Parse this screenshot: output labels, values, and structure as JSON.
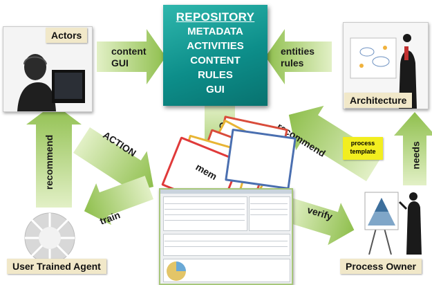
{
  "repository": {
    "title": "REPOSITORY",
    "items": [
      "METADATA",
      "ACTIVITIES",
      "CONTENT",
      "RULES",
      "GUI"
    ]
  },
  "nodes": {
    "actors": "Actors",
    "architecture": "Architecture",
    "user_trained_agent": "User Trained Agent",
    "process_owner": "Process Owner"
  },
  "arrows": {
    "content_gui": [
      "content",
      "GUI"
    ],
    "entities_rules": [
      "entities",
      "rules"
    ],
    "recommend_left": "recommend",
    "action": "ACTION",
    "cases": "CASES",
    "recommend_right": "recommend",
    "needs": "needs",
    "train": "train",
    "verify": "verify",
    "memo": "mem"
  },
  "process_template": [
    "process",
    "template"
  ],
  "colors": {
    "arrow_green": "#9cc65a",
    "repo_teal": "#13978f",
    "label_bg": "#f1e8c9",
    "template_yellow": "#f2ee1f"
  }
}
